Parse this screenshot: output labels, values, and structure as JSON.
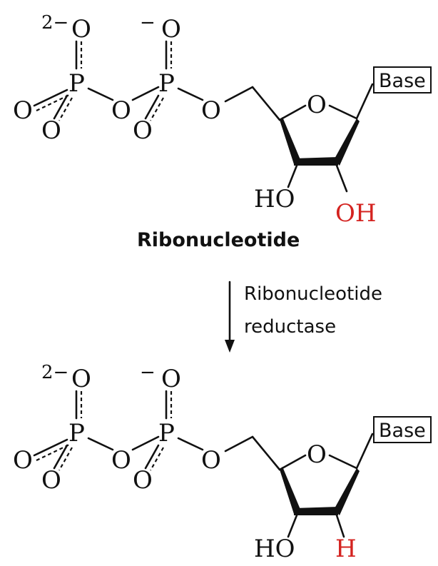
{
  "reactant": {
    "atoms": {
      "terminal_o_charge": "2−",
      "o": "O",
      "p": "P",
      "ring_o": "O",
      "base": "Base",
      "c3_oh": "HO",
      "c2_oh": "OH",
      "charge_minus": "−"
    },
    "label": "Ribonucleotide"
  },
  "arrow": {
    "enzyme_line1": "Ribonucleotide",
    "enzyme_line2": "reductase"
  },
  "product": {
    "atoms": {
      "terminal_o_charge": "2−",
      "o": "O",
      "p": "P",
      "ring_o": "O",
      "base": "Base",
      "c3_oh": "HO",
      "c2_h": "H",
      "charge_minus": "−"
    }
  },
  "colors": {
    "highlight": "#d42320",
    "ink": "#111111"
  }
}
